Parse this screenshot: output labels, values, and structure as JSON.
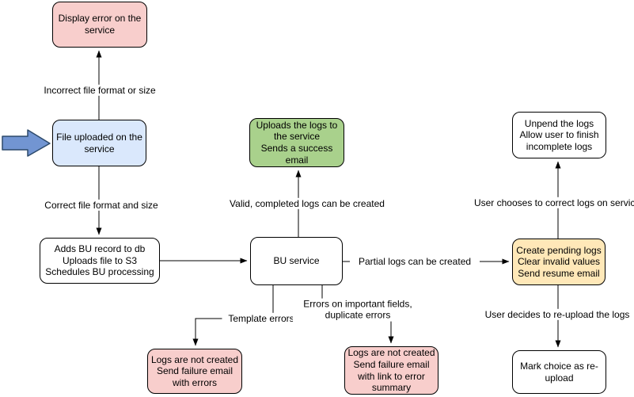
{
  "colors": {
    "node_pink": "#f8cecc",
    "node_blue": "#dae8fc",
    "node_green": "#a9d18c",
    "node_yellow": "#ffe8b8",
    "node_white": "#ffffff",
    "stroke": "#000000",
    "entry_arrow_fill": "#7295d2",
    "entry_arrow_stroke": "#2d4a6b"
  },
  "nodes": {
    "display_error": {
      "text": "Display error on the\nservice"
    },
    "file_uploaded": {
      "text": "File uploaded on the\nservice"
    },
    "adds_bu": {
      "text": "Adds BU record to db\nUploads file to S3\nSchedules BU processing"
    },
    "uploads_logs": {
      "text": "Uploads the logs to\nthe service\nSends a success\nemail"
    },
    "bu_service": {
      "text": "BU service"
    },
    "logs_not_created_errors": {
      "text": "Logs are not created\nSend failure email\nwith errors"
    },
    "logs_not_created_summary": {
      "text": "Logs are not created\nSend failure email\nwith link to error\nsummary"
    },
    "create_pending": {
      "text": "Create pending logs\nClear invalid values\nSend resume email"
    },
    "unpend": {
      "text": "Unpend the logs\nAllow user to finish\nincomplete logs"
    },
    "mark_choice": {
      "text": "Mark choice as re-\nupload"
    }
  },
  "edge_labels": {
    "incorrect": "Incorrect file format or size",
    "correct": "Correct file format and size",
    "valid": "Valid, completed logs can be created",
    "partial": "Partial logs can be created",
    "template": "Template errors",
    "errors_fields": "Errors on important fields,\nduplicate errors",
    "user_chooses": "User chooses to correct logs on service",
    "user_decides": "User decides to re-upload the logs"
  }
}
